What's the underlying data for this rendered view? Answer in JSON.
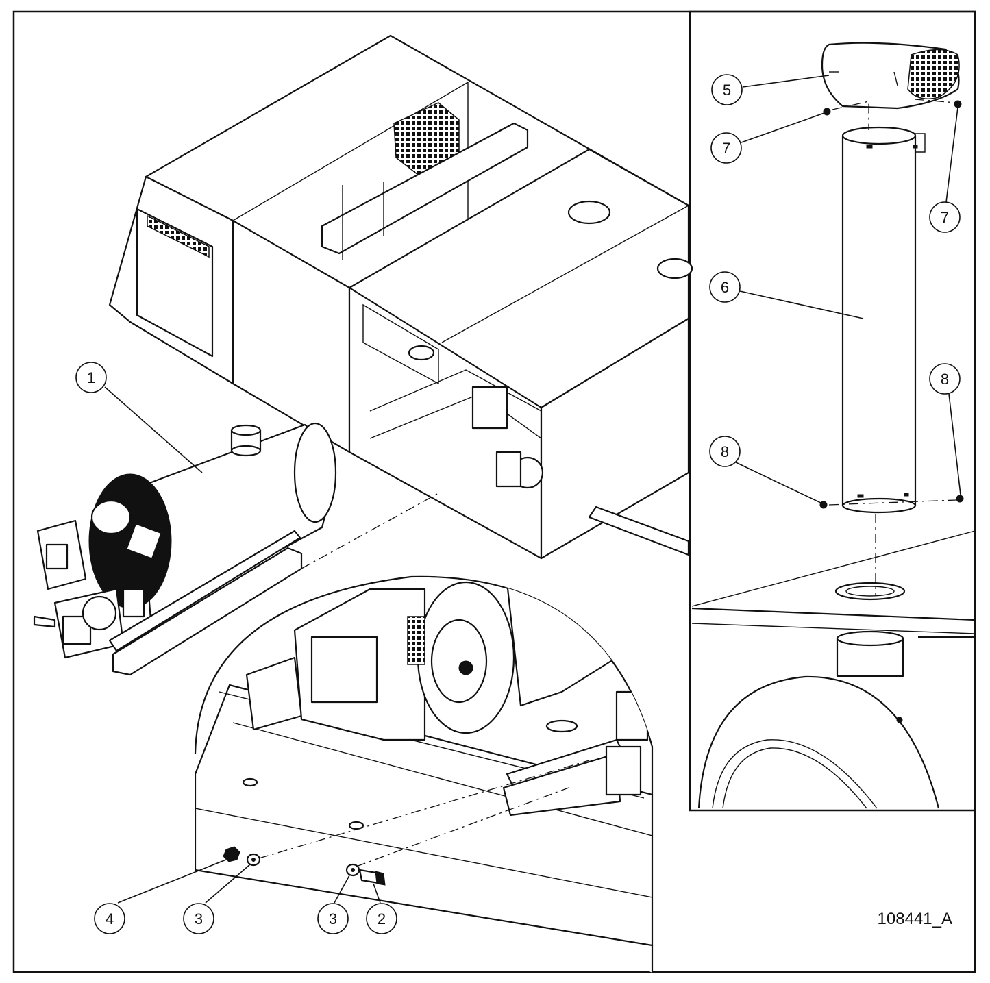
{
  "document_number": "108441_A",
  "callouts": [
    {
      "id": "c1",
      "label": "1"
    },
    {
      "id": "c2",
      "label": "2"
    },
    {
      "id": "c3a",
      "label": "3"
    },
    {
      "id": "c3b",
      "label": "3"
    },
    {
      "id": "c4",
      "label": "4"
    },
    {
      "id": "c5",
      "label": "5"
    },
    {
      "id": "c6",
      "label": "6"
    },
    {
      "id": "c7a",
      "label": "7"
    },
    {
      "id": "c7b",
      "label": "7"
    },
    {
      "id": "c8a",
      "label": "8"
    },
    {
      "id": "c8b",
      "label": "8"
    }
  ]
}
